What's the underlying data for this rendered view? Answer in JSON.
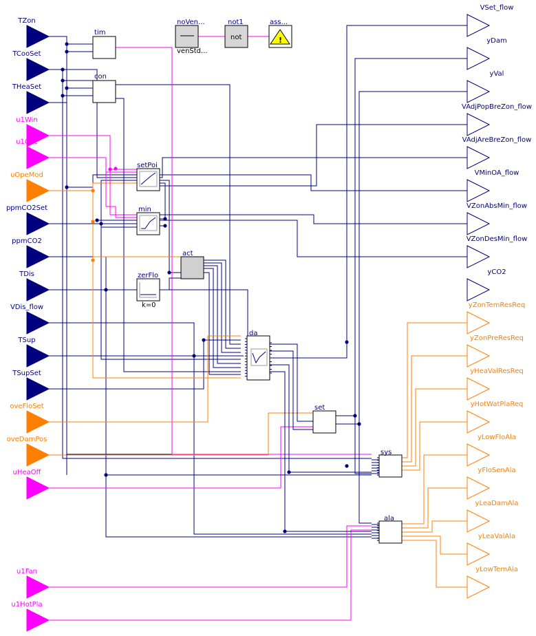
{
  "colors": {
    "real": "#00007f",
    "boolean": "#ff00ff",
    "integer": "#ff7f00",
    "wire_dark": "#00005a",
    "block_fill": "#ffffff",
    "block_grey": "#d0d0d0",
    "warning_fill": "#ffff00"
  },
  "inputs": [
    {
      "name": "TZon",
      "kind": "real"
    },
    {
      "name": "TCooSet",
      "kind": "real"
    },
    {
      "name": "THeaSet",
      "kind": "real"
    },
    {
      "name": "u1Win",
      "kind": "boolean"
    },
    {
      "name": "u1Occ",
      "kind": "boolean"
    },
    {
      "name": "uOpeMod",
      "kind": "integer"
    },
    {
      "name": "ppmCO2Set",
      "kind": "real"
    },
    {
      "name": "ppmCO2",
      "kind": "real"
    },
    {
      "name": "TDis",
      "kind": "real"
    },
    {
      "name": "VDis_flow",
      "kind": "real"
    },
    {
      "name": "TSup",
      "kind": "real"
    },
    {
      "name": "TSupSet",
      "kind": "real"
    },
    {
      "name": "oveFloSet",
      "kind": "integer"
    },
    {
      "name": "oveDamPos",
      "kind": "integer"
    },
    {
      "name": "uHeaOff",
      "kind": "boolean"
    },
    {
      "name": "u1Fan",
      "kind": "boolean"
    },
    {
      "name": "u1HotPla",
      "kind": "boolean"
    }
  ],
  "outputs": [
    {
      "name": "VSet_flow",
      "kind": "real"
    },
    {
      "name": "yDam",
      "kind": "real"
    },
    {
      "name": "yVal",
      "kind": "real"
    },
    {
      "name": "VAdjPopBreZon_flow",
      "kind": "real"
    },
    {
      "name": "VAdjAreBreZon_flow",
      "kind": "real"
    },
    {
      "name": "VMinOA_flow",
      "kind": "real"
    },
    {
      "name": "VZonAbsMin_flow",
      "kind": "real"
    },
    {
      "name": "VZonDesMin_flow",
      "kind": "real"
    },
    {
      "name": "yCO2",
      "kind": "real"
    },
    {
      "name": "yZonTemResReq",
      "kind": "integer"
    },
    {
      "name": "yZonPreResReq",
      "kind": "integer"
    },
    {
      "name": "yHeaValResReq",
      "kind": "integer"
    },
    {
      "name": "yHotWatPlaReq",
      "kind": "integer"
    },
    {
      "name": "yLowFloAla",
      "kind": "integer"
    },
    {
      "name": "yFloSenAla",
      "kind": "integer"
    },
    {
      "name": "yLeaDamAla",
      "kind": "integer"
    },
    {
      "name": "yLeaValAla",
      "kind": "integer"
    },
    {
      "name": "yLowTemAla",
      "kind": "integer"
    }
  ],
  "blocks": {
    "tim": "tim",
    "con": "con",
    "setPoi": "setPoi",
    "min": "min",
    "act": "act",
    "zerFlo": "zerFlo",
    "zerFlo_param": "k=0",
    "dam": "da",
    "set": "set",
    "sys": "sys",
    "ala": "ala",
    "noVen": "noVen...",
    "noVen_sub": "venStd...",
    "not1": "not1",
    "not1_text": "not",
    "ass": "ass..."
  }
}
